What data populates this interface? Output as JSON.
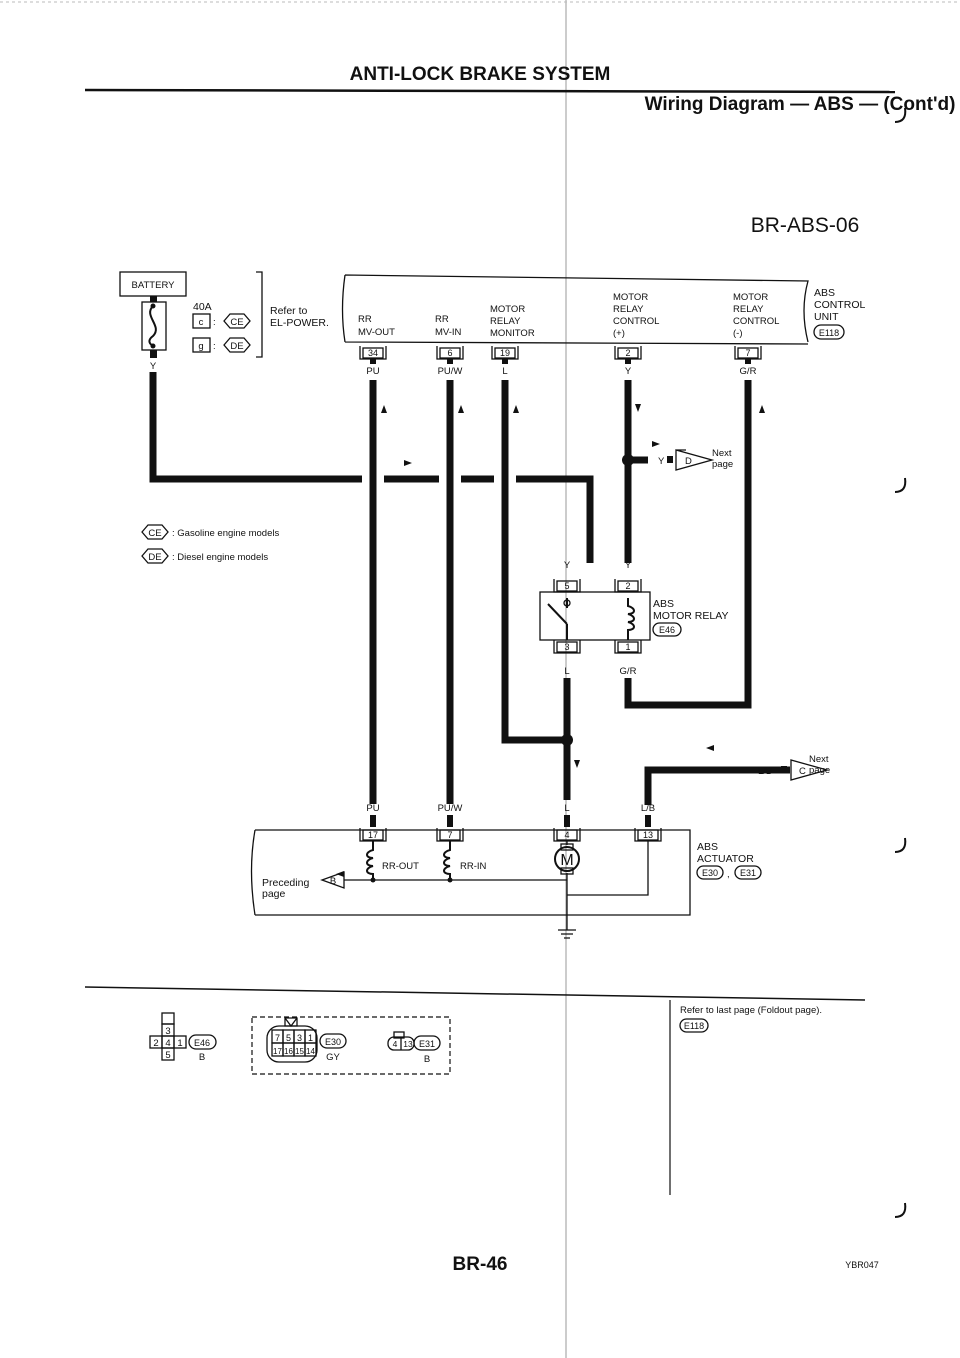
{
  "header": {
    "title": "ANTI-LOCK BRAKE SYSTEM",
    "subtitle": "Wiring Diagram — ABS — (Cont'd)",
    "diagram_code": "BR-ABS-06"
  },
  "battery": {
    "label": "BATTERY",
    "fuse_rating": "40A",
    "fuse_c": "c",
    "fuse_g": "g",
    "colon": ":",
    "code_ce": "CE",
    "code_de": "DE",
    "refer_line1": "Refer to",
    "refer_line2": "EL-POWER.",
    "wire_color": "Y"
  },
  "control_unit": {
    "name_lines": [
      "ABS",
      "CONTROL",
      "UNIT"
    ],
    "connector": "E118",
    "terminals": [
      {
        "label_lines": [
          "RR",
          "MV-OUT"
        ],
        "pin": "34",
        "wire": "PU"
      },
      {
        "label_lines": [
          "RR",
          "MV-IN"
        ],
        "pin": "6",
        "wire": "PU/W"
      },
      {
        "label_lines": [
          "MOTOR",
          "RELAY",
          "MONITOR"
        ],
        "pin": "19",
        "wire": "L"
      },
      {
        "label_lines": [
          "MOTOR",
          "RELAY",
          "CONTROL",
          "(+)"
        ],
        "pin": "2",
        "wire": "Y"
      },
      {
        "label_lines": [
          "MOTOR",
          "RELAY",
          "CONTROL",
          "(-)"
        ],
        "pin": "7",
        "wire": "G/R"
      }
    ]
  },
  "next_page_d": {
    "wire": "Y",
    "letter": "D",
    "text_lines": [
      "Next",
      "page"
    ]
  },
  "next_page_c": {
    "wire": "L/B",
    "letter": "C",
    "text_lines": [
      "Next",
      "page"
    ]
  },
  "legend": {
    "ce": "Gasoline engine models",
    "de": "Diesel engine models"
  },
  "relay": {
    "name_lines": [
      "ABS",
      "MOTOR RELAY"
    ],
    "connector": "E46",
    "pin_top_left": "5",
    "pin_top_right": "2",
    "pin_bottom_left": "3",
    "pin_bottom_right": "1",
    "wire_top_left": "Y",
    "wire_top_right": "Y",
    "wire_bottom_left": "L",
    "wire_bottom_right": "G/R"
  },
  "actuator": {
    "name_lines": [
      "ABS",
      "ACTUATOR"
    ],
    "connectors": [
      "E30",
      "E31"
    ],
    "comma": ",",
    "pins": [
      "17",
      "7",
      "4",
      "13"
    ],
    "wires": [
      "PU",
      "PU/W",
      "L",
      "L/B"
    ],
    "coil_out": "RR-OUT",
    "coil_in": "RR-IN",
    "motor": "M",
    "preceding_lines": [
      "Preceding",
      "page"
    ],
    "preceding_letter": "B"
  },
  "connector_views": {
    "e46": {
      "pins_top": "3",
      "pins_mid": [
        "2",
        "4",
        "1"
      ],
      "pins_bottom": "5",
      "code": "E46",
      "color": "B"
    },
    "e30": {
      "row1": [
        "7",
        "5",
        "3",
        "1"
      ],
      "row2": [
        "17",
        "16",
        "15",
        "14"
      ],
      "code": "E30",
      "color": "GY"
    },
    "e31": {
      "pins": [
        "4",
        "13"
      ],
      "code": "E31",
      "color": "B"
    },
    "refer_text": "Refer to last page (Foldout page).",
    "refer_code": "E118"
  },
  "footer": {
    "page": "BR-46",
    "figure_id": "YBR047"
  }
}
